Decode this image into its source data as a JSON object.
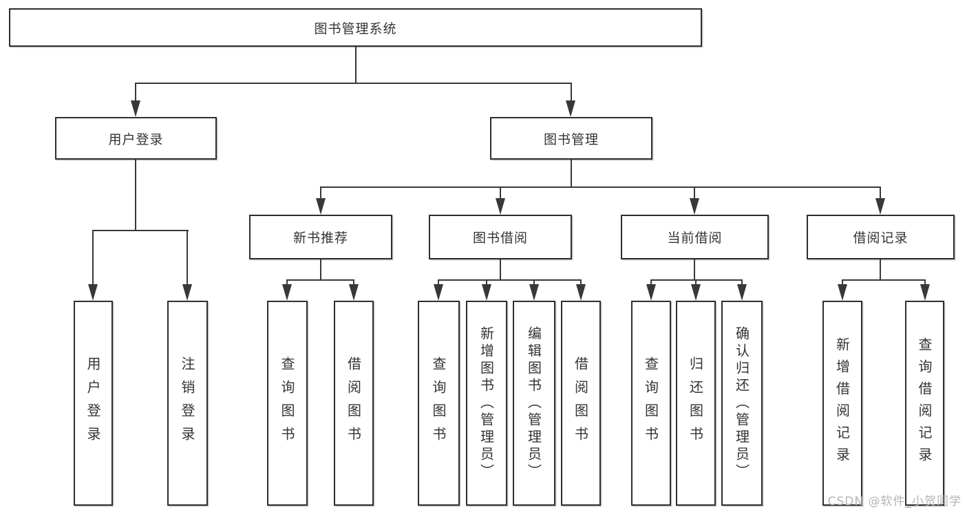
{
  "diagram": {
    "root": {
      "label": "图书管理系统"
    },
    "login": {
      "label": "用户登录",
      "children": [
        {
          "label": "用户登录"
        },
        {
          "label": "注销登录"
        }
      ]
    },
    "management": {
      "label": "图书管理",
      "children": [
        {
          "label": "新书推荐",
          "children": [
            {
              "label": "查询图书"
            },
            {
              "label": "借阅图书"
            }
          ]
        },
        {
          "label": "图书借阅",
          "children": [
            {
              "label": "查询图书"
            },
            {
              "label": "新增图书（管理员）"
            },
            {
              "label": "编辑图书（管理员）"
            },
            {
              "label": "借阅图书"
            }
          ]
        },
        {
          "label": "当前借阅",
          "children": [
            {
              "label": "查询图书"
            },
            {
              "label": "归还图书"
            },
            {
              "label": "确认归还（管理员）"
            }
          ]
        },
        {
          "label": "借阅记录",
          "children": [
            {
              "label": "新增借阅记录"
            },
            {
              "label": "查询借阅记录"
            }
          ]
        }
      ]
    }
  },
  "watermark": {
    "text": "CSDN @软件_小贺同学"
  },
  "colors": {
    "line": "#383838",
    "border": "#2d2d2d",
    "text": "#333333",
    "watermark": "#b4b4b4"
  }
}
